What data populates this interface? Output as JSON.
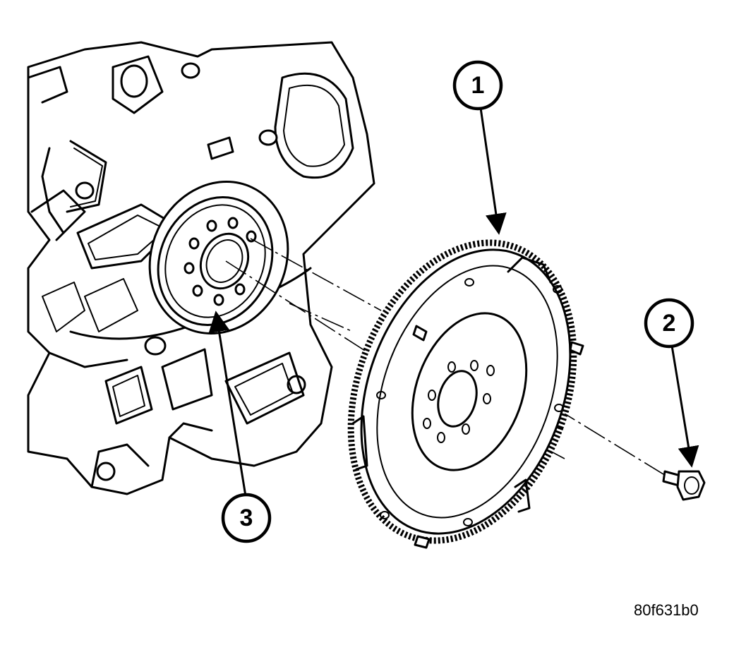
{
  "callouts": [
    {
      "label": "1",
      "part": "flywheel"
    },
    {
      "label": "2",
      "part": "bolt"
    },
    {
      "label": "3",
      "part": "crankshaft-rear-seal"
    }
  ],
  "figure_id": "80f631b0"
}
